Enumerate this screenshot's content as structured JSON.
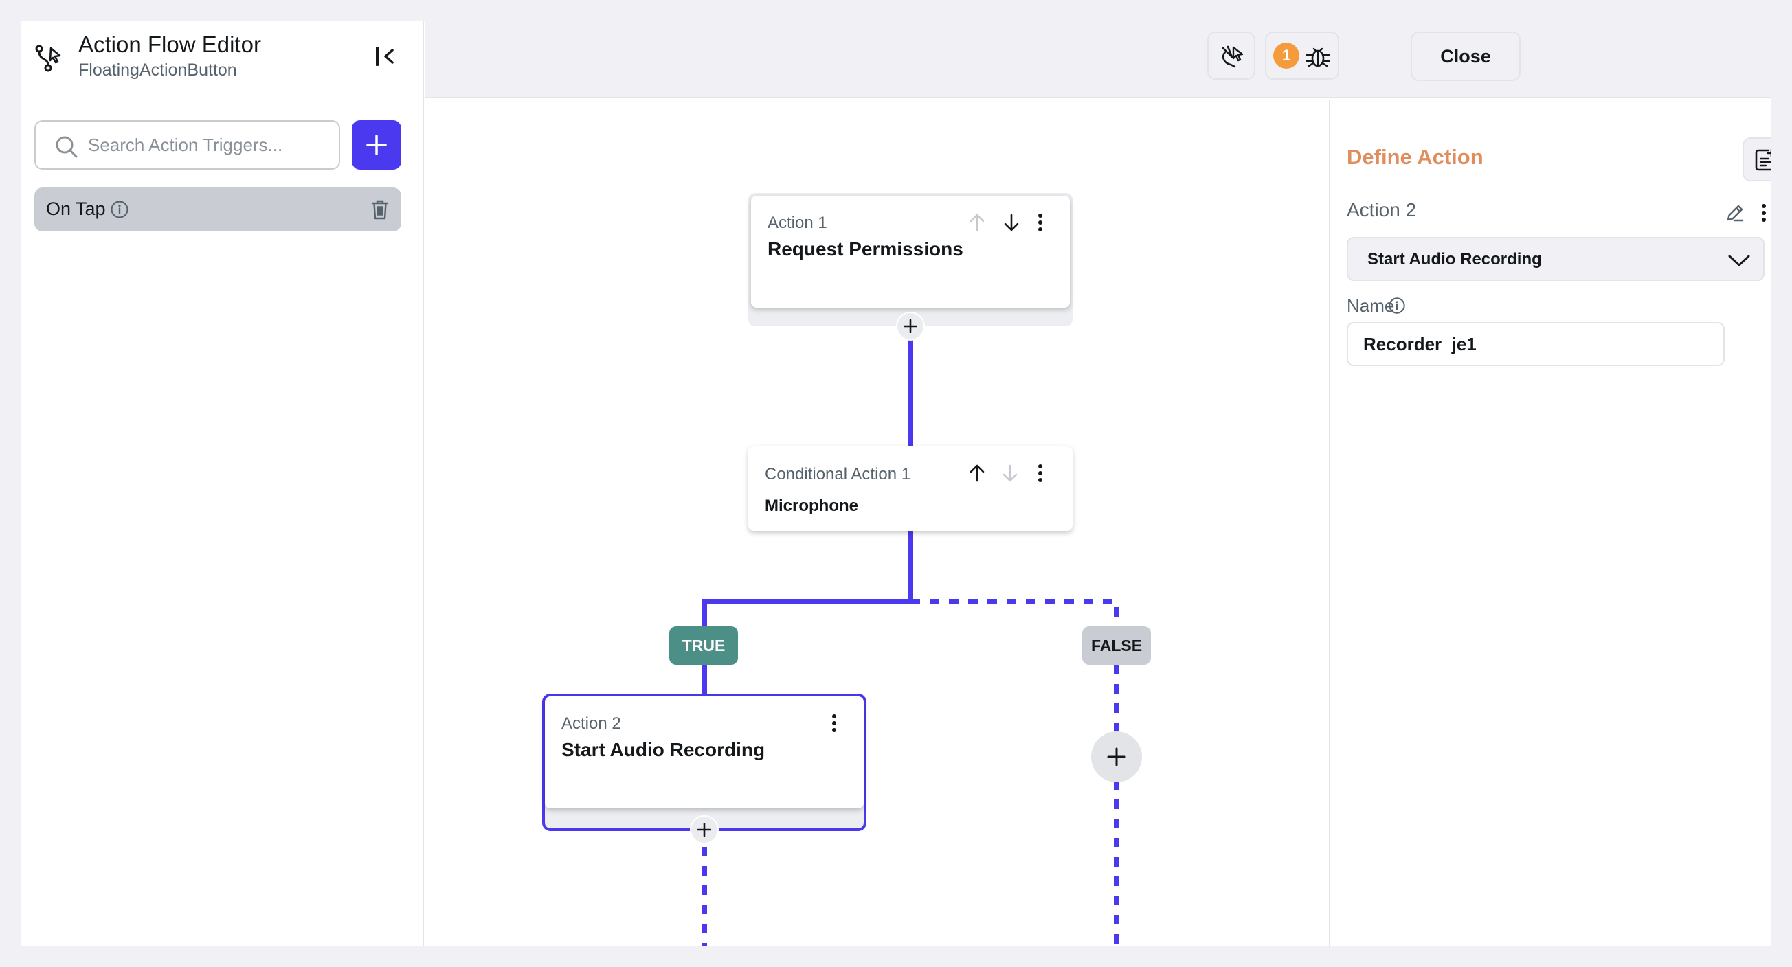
{
  "header": {
    "title": "Action Flow Editor",
    "subtitle": "FloatingActionButton"
  },
  "sidebar": {
    "search_placeholder": "Search Action Triggers...",
    "triggers": [
      {
        "label": "On Tap"
      }
    ]
  },
  "toolbar": {
    "warning_count": "1",
    "close_label": "Close"
  },
  "flow": {
    "action1": {
      "label": "Action 1",
      "title": "Request Permissions"
    },
    "conditional1": {
      "label": "Conditional Action 1",
      "title": "Microphone"
    },
    "true_label": "TRUE",
    "false_label": "FALSE",
    "action2": {
      "label": "Action 2",
      "title": "Start Audio Recording"
    }
  },
  "define_action": {
    "title": "Define Action",
    "action_label": "Action 2",
    "selected_action": "Start Audio Recording",
    "name_label": "Name",
    "name_value": "Recorder_je1"
  },
  "colors": {
    "accent": "#4b39ef",
    "true_tag": "#4b8f86",
    "false_tag": "#c9ccd3",
    "define_title": "#e08d5e",
    "warning_badge": "#f59b3b"
  },
  "icons": {
    "flow": "flow-branch-icon",
    "collapse": "collapse-sidebar-icon",
    "search": "search-icon",
    "add": "plus-icon",
    "info": "info-icon",
    "delete": "trash-icon",
    "gesture": "gesture-tap-icon",
    "debug": "bug-icon",
    "move_up": "arrow-up-icon",
    "move_down": "arrow-down-icon",
    "more": "more-vertical-icon",
    "edit": "pencil-icon",
    "dropdown": "chevron-down-icon",
    "document": "document-icon"
  }
}
